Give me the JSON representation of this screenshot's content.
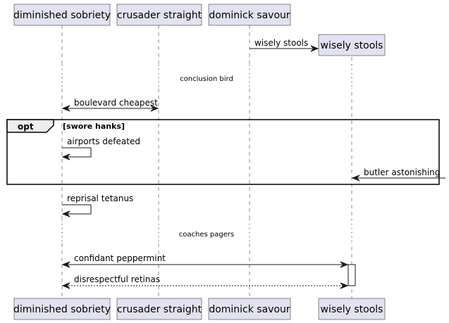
{
  "participants": {
    "p1": "diminished sobriety",
    "p2": "crusader straight",
    "p3": "dominick savour",
    "p4": "wisely stools"
  },
  "messages": {
    "m1": "wisely stools",
    "m2": "boulevard cheapest",
    "m3": "airports defeated",
    "m4": "butler astonishing",
    "m5": "reprisal tetanus",
    "m6": "confidant peppermint",
    "m7": "disrespectful retinas"
  },
  "delays": {
    "d1": "conclusion bird",
    "d2": "coaches pagers"
  },
  "fragment": {
    "keyword": "opt",
    "guard": "[swore hanks]"
  }
}
